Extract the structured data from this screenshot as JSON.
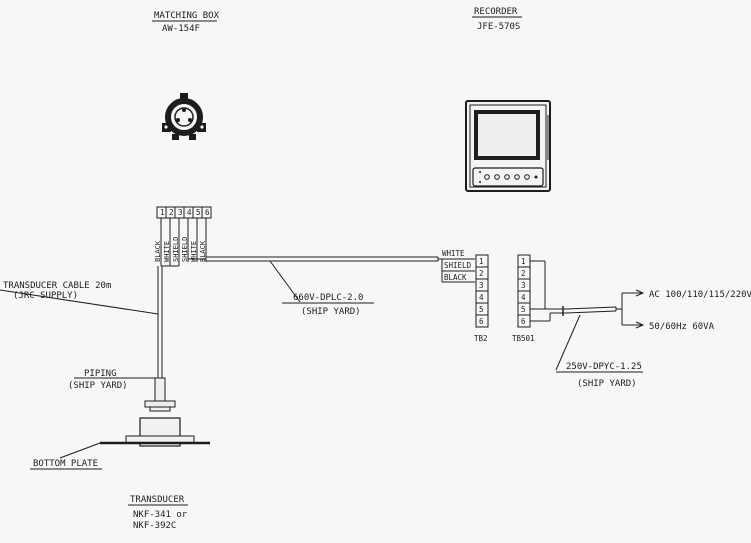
{
  "matching_box": {
    "title": "MATCHING BOX",
    "model": "AW-154F"
  },
  "recorder": {
    "title": "RECORDER",
    "model": "JFE-570S"
  },
  "matching_terminals": [
    "1",
    "2",
    "3",
    "4",
    "5",
    "6"
  ],
  "matching_wires": [
    "BLACK",
    "WHITE",
    "SHIELD",
    "SHIELD",
    "WHITE",
    "BLACK"
  ],
  "transducer_cable": {
    "line1": "TRANSDUCER CABLE 20m",
    "line2": "(JRC SUPPLY)"
  },
  "main_cable": {
    "line1": "660V-DPLC-2.0",
    "line2": "(SHIP YARD)"
  },
  "piping": {
    "line1": "PIPING",
    "line2": "(SHIP YARD)"
  },
  "bottom_plate": "BOTTOM PLATE",
  "transducer": {
    "title": "TRANSDUCER",
    "line1": "NKF-341 or",
    "line2": "NKF-392C"
  },
  "tb2": {
    "label": "TB2",
    "terminals": [
      "1",
      "2",
      "3",
      "4",
      "5",
      "6"
    ],
    "wires": [
      "WHITE",
      "SHIELD",
      "BLACK"
    ]
  },
  "tb501": {
    "label": "TB501",
    "terminals": [
      "1",
      "2",
      "3",
      "4",
      "5",
      "6"
    ]
  },
  "power_cable": {
    "line1": "250V-DPYC-1.25",
    "line2": "(SHIP YARD)"
  },
  "power": {
    "line1": "AC 100/110/115/220V",
    "line2": "50/60Hz   60VA"
  },
  "colors": {
    "ink": "#1d1d1d",
    "paper": "#f6f7f7"
  }
}
